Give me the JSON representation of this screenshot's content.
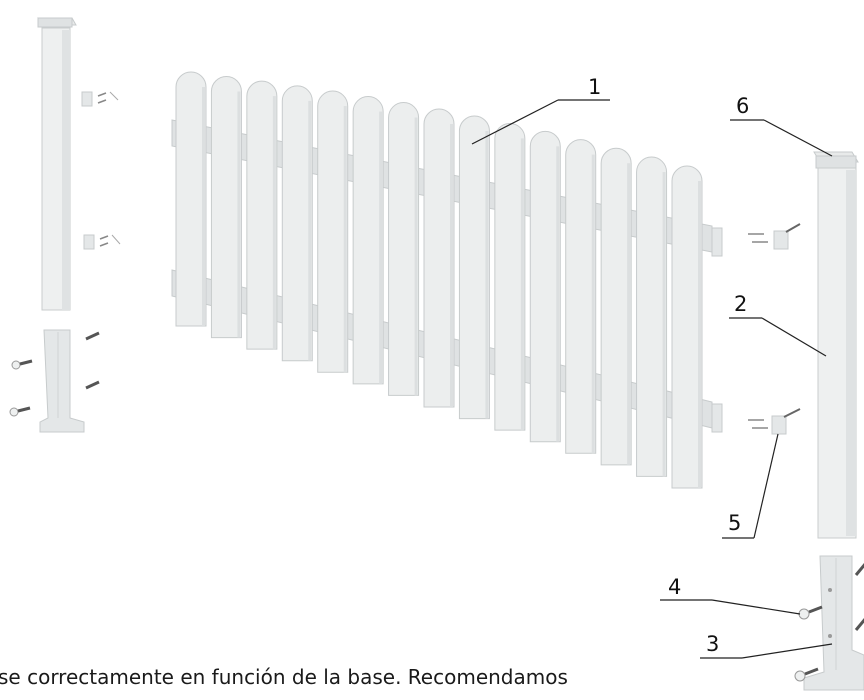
{
  "diagram": {
    "callouts": [
      {
        "id": "fence-panel",
        "number": "1"
      },
      {
        "id": "post",
        "number": "2"
      },
      {
        "id": "post-base",
        "number": "3"
      },
      {
        "id": "screw",
        "number": "4"
      },
      {
        "id": "panel-bracket",
        "number": "5"
      },
      {
        "id": "post-cap",
        "number": "6"
      }
    ],
    "caption": "se correctamente en función de la base. Recomendamos"
  },
  "colors": {
    "part_fill": "#eceeee",
    "part_shade": "#dcdfe0",
    "part_stroke": "#c7cbcc",
    "leader_line": "#222222",
    "hardware": "#5a5a5a"
  }
}
